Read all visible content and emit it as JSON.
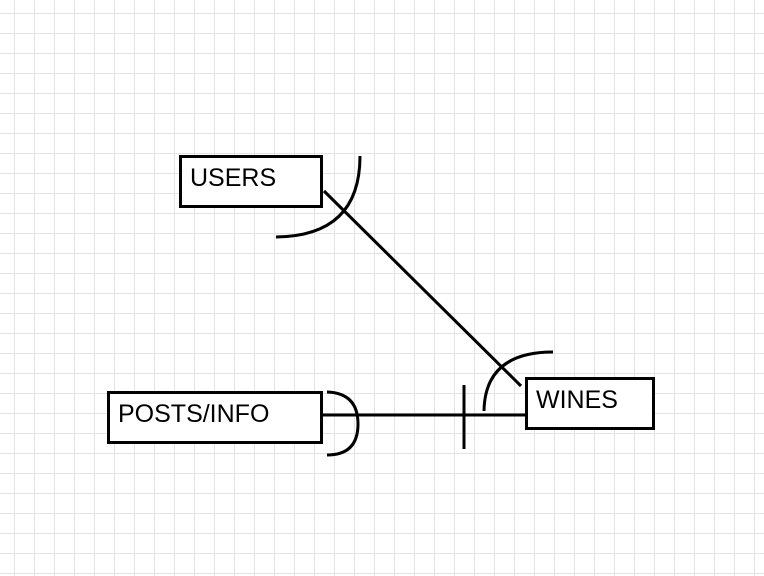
{
  "diagram": {
    "type": "entity-relationship",
    "entities": [
      {
        "id": "users",
        "label": "USERS"
      },
      {
        "id": "posts",
        "label": "POSTS/INFO"
      },
      {
        "id": "wines",
        "label": "WINES"
      }
    ],
    "relationships": [
      {
        "from": "users",
        "to": "wines",
        "from_end": "curved-arc",
        "to_end": "curved-arc"
      },
      {
        "from": "posts",
        "to": "wines",
        "from_end": "curved-bracket",
        "to_end": "bar"
      }
    ],
    "colors": {
      "stroke": "#000000",
      "grid_minor": "#e3e3e3",
      "grid_major": "#c9c9c9",
      "background": "#ffffff"
    }
  }
}
